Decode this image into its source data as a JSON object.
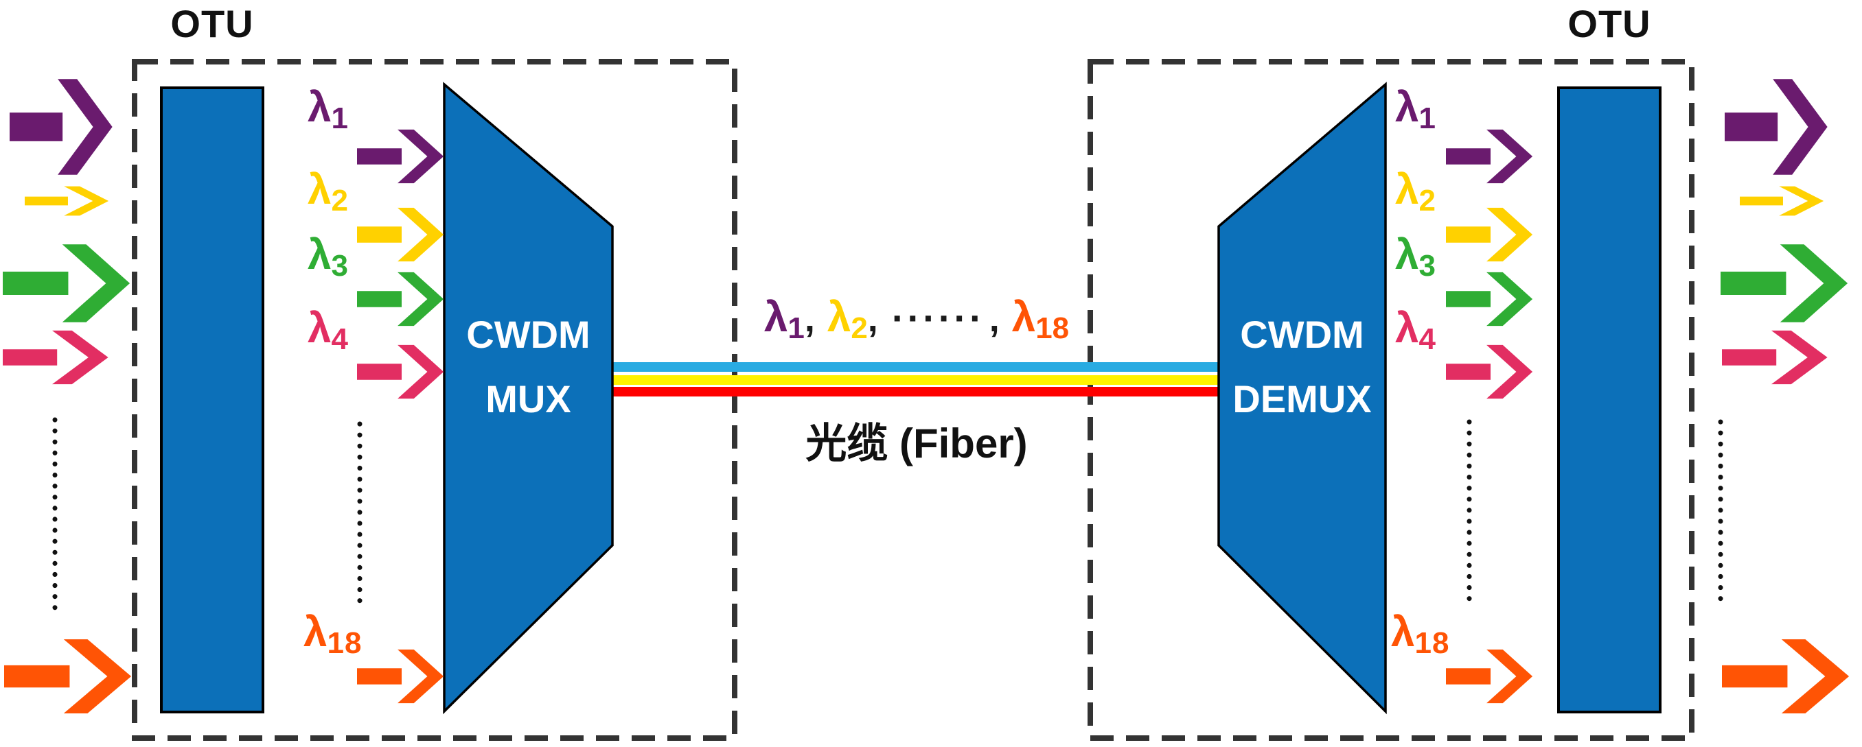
{
  "colors": {
    "device_blue": "#0C70B9",
    "shape_outline": "#000000",
    "dash_border": "#333333",
    "dotted_line": "#111111",
    "fiber_blue": "#29ABE2",
    "fiber_yellow": "#FFF200",
    "fiber_red": "#FF0000"
  },
  "left_terminal": {
    "title": "OTU"
  },
  "right_terminal": {
    "title": "OTU"
  },
  "mux": {
    "line1": "CWDM",
    "line2": "MUX"
  },
  "demux": {
    "line1": "CWDM",
    "line2": "DEMUX"
  },
  "fiber": {
    "caption": "光缆 (Fiber)",
    "label_parts": {
      "sym1": "λ",
      "sub1": "1",
      "comma1": ",",
      "sym2": "λ",
      "sub2": "2",
      "comma2": ",",
      "dots": "······",
      "comma3": ",",
      "sym18": "λ",
      "sub18": "18"
    }
  },
  "channels": [
    {
      "sym": "λ",
      "sub": "1",
      "color": "#6A1B6E"
    },
    {
      "sym": "λ",
      "sub": "2",
      "color": "#FFD100"
    },
    {
      "sym": "λ",
      "sub": "3",
      "color": "#2FAD34"
    },
    {
      "sym": "λ",
      "sub": "4",
      "color": "#E22E62"
    },
    {
      "sym": "λ",
      "sub": "18",
      "color": "#FF5405"
    }
  ]
}
